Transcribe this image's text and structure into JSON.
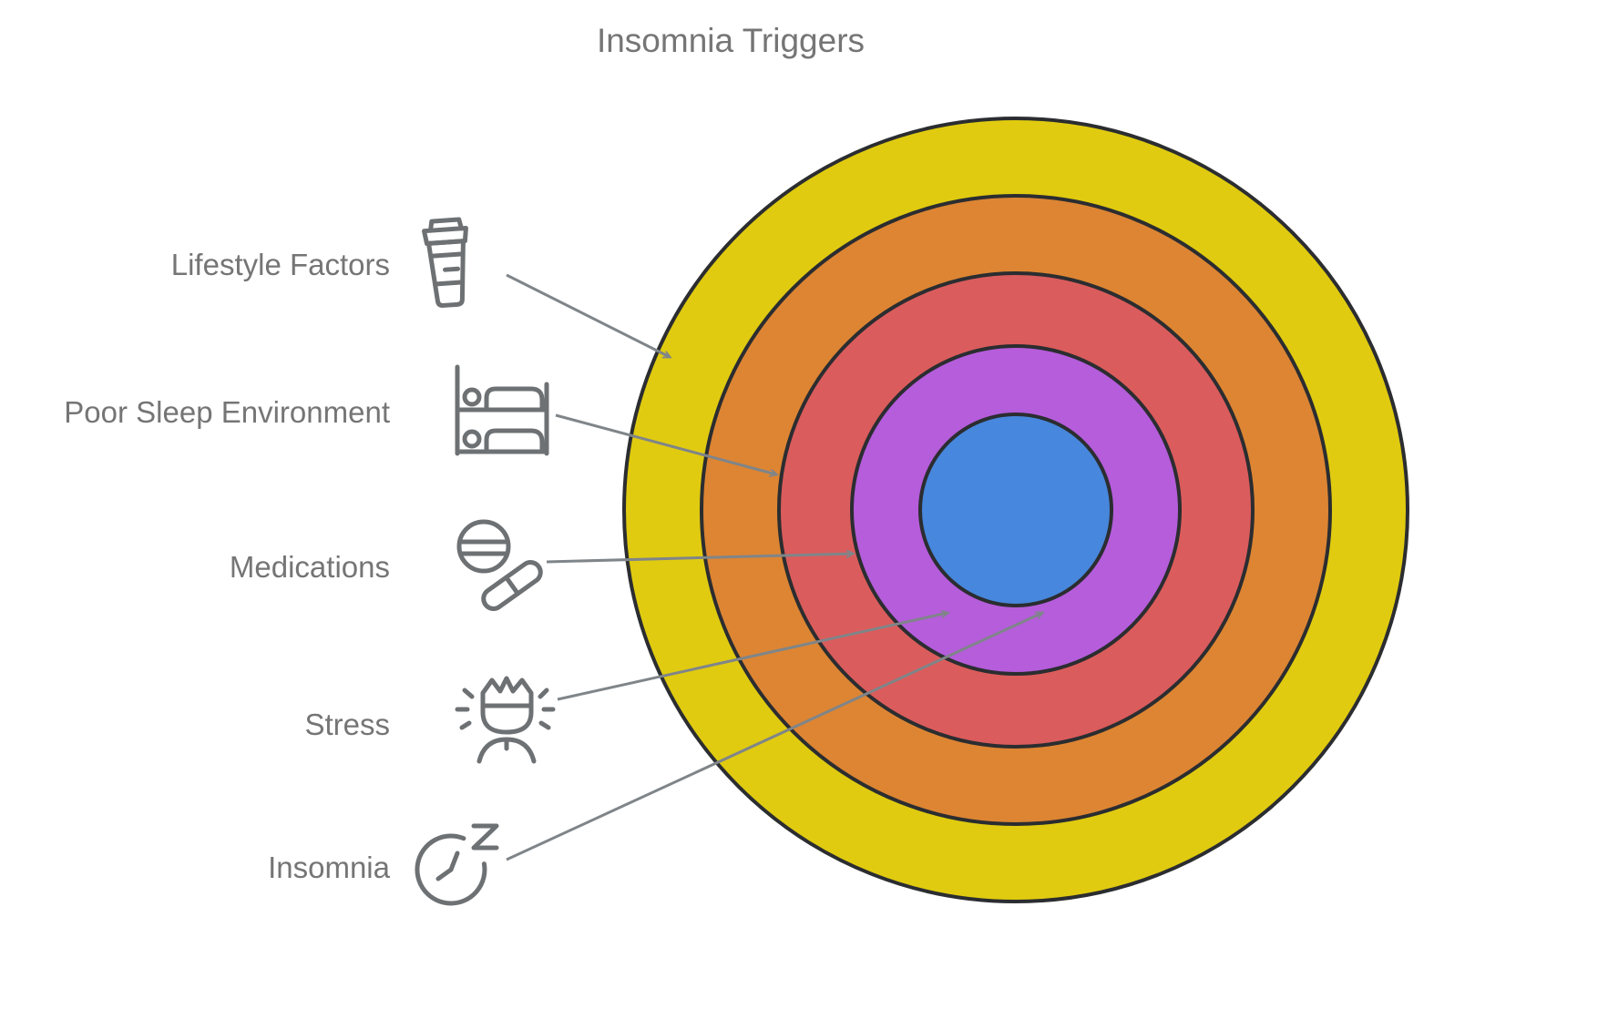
{
  "title": "Insomnia Triggers",
  "diagram_type": "onion-diagram",
  "triggers": [
    {
      "label": "Lifestyle Factors",
      "icon": "coffee-cup",
      "ring": "outermost",
      "ring_color": "#e0cb10"
    },
    {
      "label": "Poor Sleep Environment",
      "icon": "bunk-bed",
      "ring": "second",
      "ring_color": "#dd8533"
    },
    {
      "label": "Medications",
      "icon": "pills",
      "ring": "third",
      "ring_color": "#db5c5c"
    },
    {
      "label": "Stress",
      "icon": "stressed-person",
      "ring": "fourth",
      "ring_color": "#b55ddb"
    },
    {
      "label": "Insomnia",
      "icon": "insomnia-clock",
      "ring": "center",
      "ring_color": "#4787dd"
    }
  ],
  "styles": {
    "ring_outline": "#2b2d30",
    "arrow_color": "#7f8589",
    "text_color": "#757575",
    "icon_color": "#6e7173",
    "background": "#ffffff"
  }
}
